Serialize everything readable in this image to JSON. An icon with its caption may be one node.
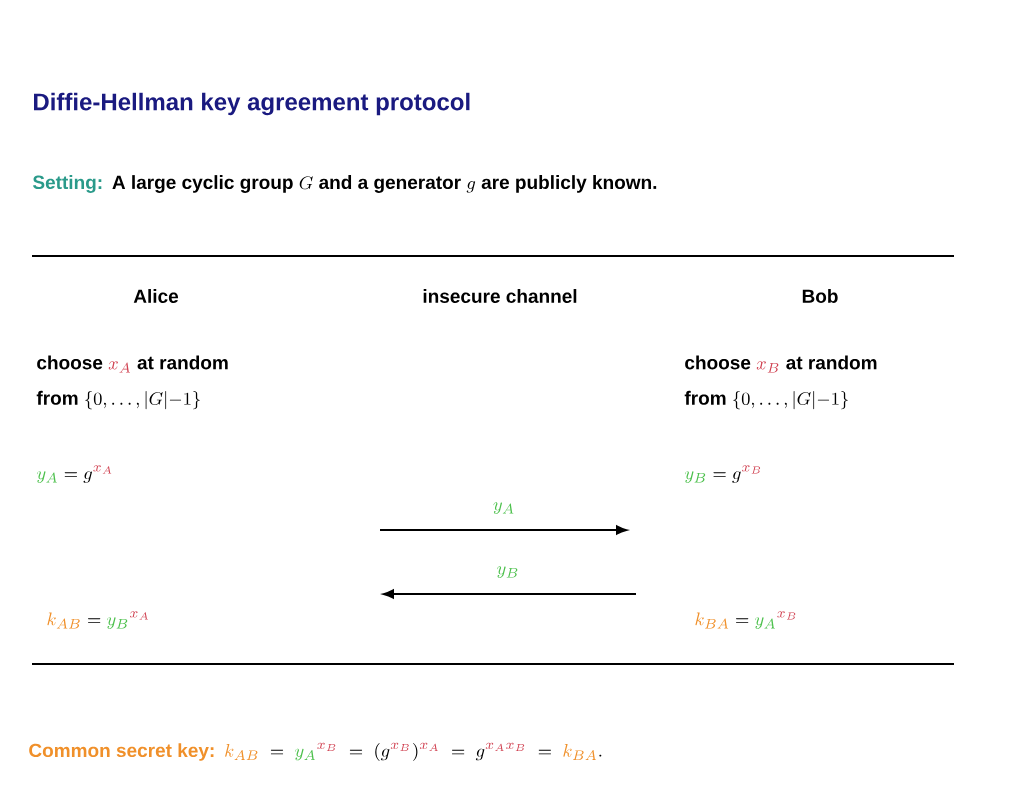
{
  "diagram": {
    "title": "Diffie-Hellman key agreement protocol",
    "labels": [
      "Setting:",
      "\\text{A large cyclic group } G \\text{ and a generator } g \\text{ are publicly known.}",
      "Alice",
      "insecure channel",
      "Bob",
      "\\text{choose } \\textcolor[HTML]{D04050}{x_A} \\text{ at random}",
      "\\text{from } \\{0,\\ldots,|G|{-}1\\}",
      "\\text{choose } \\textcolor[HTML]{D04050}{x_B} \\text{ at random}",
      "\\text{from } \\{0,\\ldots,|G|{-}1\\}",
      "\\textcolor[HTML]{4CC04C}{y_A} = g^{\\textcolor[HTML]{D04050}{x_A}}",
      "\\textcolor[HTML]{4CC04C}{y_B} = g^{\\textcolor[HTML]{D04050}{x_B}}",
      "\\textcolor[HTML]{4CC04C}{y_A}",
      "\\textcolor[HTML]{4CC04C}{y_B}",
      "\\textcolor[HTML]{F0902A}{k_{AB}} = \\textcolor[HTML]{4CC04C}{y_B}^{\\textcolor[HTML]{D04050}{x_A}}",
      "\\textcolor[HTML]{F0902A}{k_{BA}} = \\textcolor[HTML]{4CC04C}{y_A}^{\\textcolor[HTML]{D04050}{x_B}}",
      "Common secret key:",
      "\\textcolor[HTML]{F0902A}{k_{AB}} \\;=\\; \\textcolor[HTML]{4CC04C}{y_A}^{\\textcolor[HTML]{D04050}{x_B}} \\;=\\; (g^{\\textcolor[HTML]{D04050}{x_B}})^{\\textcolor[HTML]{D04050}{x_A}} \\;=\\; g^{\\textcolor[HTML]{D04050}{x_A x_B}} \\;=\\; \\textcolor[HTML]{F0902A}{k_{BA}}."
    ]
  }
}
